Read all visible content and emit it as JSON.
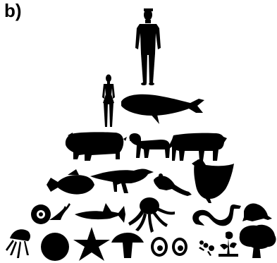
{
  "panel_label": "b)",
  "figure": {
    "type": "pyramid-of-organism-silhouettes",
    "silhouette_color": "#000000",
    "background_color": "#ffffff",
    "tiers": [
      {
        "level": 1,
        "items": [
          "human-man"
        ]
      },
      {
        "level": 2,
        "items": [
          "human-woman",
          "whale"
        ]
      },
      {
        "level": 3,
        "items": [
          "pig",
          "dog",
          "cow"
        ]
      },
      {
        "level": 4,
        "items": [
          "fish",
          "bird",
          "mouse",
          "chicken"
        ]
      },
      {
        "level": 5,
        "items": [
          "snail",
          "shark",
          "octopus",
          "snake",
          "frog"
        ]
      },
      {
        "level": 6,
        "items": [
          "jellyfish",
          "sea-urchin",
          "starfish",
          "mushroom",
          "yeast-cells",
          "ant",
          "small-plant",
          "tree"
        ]
      }
    ]
  }
}
